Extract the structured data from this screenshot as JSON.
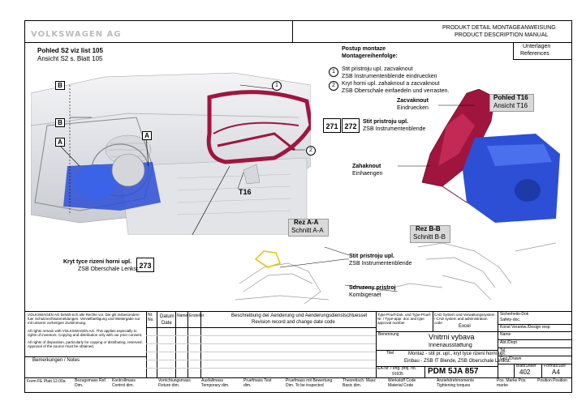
{
  "header": {
    "brand": "VOLKSWAGEN AG",
    "doc_title_1": "PRODUKT DETAIL MONTAGEANWEISUNG",
    "doc_title_2": "PRODUCT DESCRIPTION MANUAL",
    "references_1": "Unterlagen",
    "references_2": "References"
  },
  "left_view": {
    "title_cz": "Pohled S2 viz list 105",
    "title_de": "Ansicht S2 s. Blatt 105",
    "markers": [
      "B",
      "B",
      "A",
      "A"
    ],
    "callout_273": "273",
    "label_273_cz": "Kryt tyce rizeni horni upl.",
    "label_273_de": "ZSB Oberschale Lenkst.",
    "t16": "T16",
    "circle1": "1",
    "circle2": "2"
  },
  "procedure": {
    "title_cz": "Postup montaze",
    "title_de": "Montagereihenfolge:",
    "steps": [
      {
        "num": "1",
        "cz": "Stit pristroju upl. zacvaknout",
        "de": "ZSB Instrumentenblende eindruecken"
      },
      {
        "num": "2",
        "cz": "Kryt horni upl. zahaknout a zacvaknout",
        "de": "ZSB Oberschale einfaedeln und verrasten."
      }
    ]
  },
  "callouts": {
    "c271": "271",
    "c272": "272",
    "label_272_cz": "Stit pristroju upl.",
    "label_272_de": "ZSB Instrumentenblende"
  },
  "right_view": {
    "zacvaknout_cz": "Zacvaknout",
    "zacvaknout_de": "Eindruecken",
    "zahaknout_cz": "Zahaknout",
    "zahaknout_de": "Einhaengen",
    "pohled_cz": "Pohled T16",
    "pohled_de": "Ansicht T16"
  },
  "sections": {
    "aa_cz": "Rez A-A",
    "aa_de": "Schnitt A-A",
    "bb_cz": "Rez B-B",
    "bb_de": "Schnitt B-B",
    "stit_cz": "Stit pristroju upl.",
    "stit_de": "ZSB Instrumentenblende",
    "sdruzeny_cz": "Sdruzeny pristroj",
    "sdruzeny_de": "Kombigeraet"
  },
  "title_block": {
    "legal_text_1": "VOLKSWAGEN AG behält sich alle Rechte vor. Die gilt insbesondere fuer Schutzrechtsanmeldungen. Vervielfaeltigung und Weitergabe nur mit unserer vorherigen Zustimmung.",
    "legal_text_2": "All rights remain with VOLKSWAGEN AG. This applies especially to rights of inventors. Copying and distribution only with our prior consent.",
    "legal_text_3": "All rights of disposition, particularly for copying or distributing, reserved. Approval of the source must be obtained.",
    "bemerkungen": "Bemerkungen / Notes",
    "col_nr": "Nr. No.",
    "col_datum_1": "Datum",
    "col_datum_2": "Date",
    "col_name": "Name",
    "col_ersteller": "Ersteller",
    "desc_de": "Beschreibung der Aenderung und Aenderungsdienstschluessel",
    "desc_en": "Revision record and change date code",
    "type_label": "Type-Pruef-Dok. und Type-Pruef-Nr. / Type-appr. doc and type approval number",
    "cad_label": "CAD System und Verwaltungssystem / CAD system and administration code",
    "cad_value": "Excel",
    "benennung": "Benennung",
    "name_1": "Vnitrni vybava",
    "name_2": "Innenausstattung",
    "titel": "Titel",
    "title_1": "Montaz - stit pr. upl., kryt tyce rizeni horni upl.",
    "title_2": "Einbau - ZSB IT Blende, ZSB Oberschale Lenkst.",
    "ea_label": "EA-Nr. / eng. proj. no.",
    "ea_value": "91935",
    "part_no": "PDM 5JA 857",
    "sheet_label": "Blatt/Sheet",
    "sheet_no": "402",
    "format_label": "Format/Size",
    "format_value": "A4",
    "r_sicherheit": "Sicherheits-Dok",
    "r_safety": "Safety-doc.",
    "r_konst": "Konst Verantw./Design resp.",
    "r_name": "Name",
    "r_abt": "Abt./Dept",
    "r_tel": "Tel.",
    "r_gez": "Gez./Drawn"
  },
  "footer": {
    "form": "Form FE Platt 12.00a",
    "items": [
      "Bezugsmass Ref. Dim.",
      "Kontrollmass Control dim.",
      "Vorrichtungsmass Fixture dim.",
      "Ausfallmass Temporary dim.",
      "Pruefmass Test dim.",
      "Pruefmass mit Bewertung Dim. To be inspected",
      "Theoretisch. Masz Basic dim.",
      "Werkstoff Code Material Code",
      "Anziehdrehmoments Tightening torques",
      "Pos. Marke Pos. marke",
      "Position Position"
    ]
  },
  "colors": {
    "red_part": "#a0153e",
    "blue_part": "#2c4fd6",
    "gray_box": "#d9d9d9"
  }
}
